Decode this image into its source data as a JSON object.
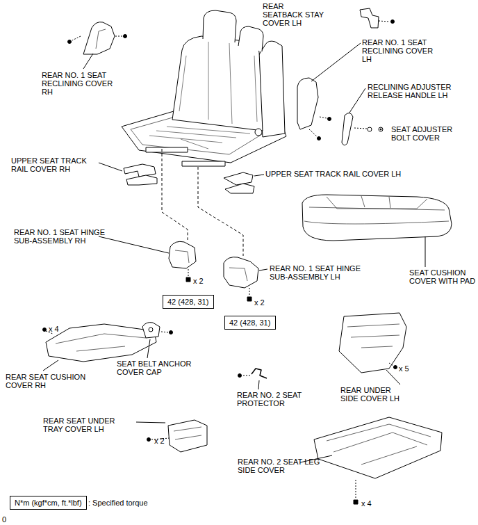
{
  "diagram": {
    "nodes": [
      {
        "text": [
          "42 (428, 31)"
        ]
      },
      {
        "text": [
          "42 (428, 31)"
        ]
      },
      {
        "text": [
          "N*m (kgf*cm, ft.*lbf)",
          ": Specified torque"
        ]
      }
    ],
    "labels": [
      "REAR SEATBACK STAY COVER LH",
      "REAR NO. 1 SEAT RECLINING COVER LH",
      "REAR NO. 1 SEAT RECLINING COVER RH",
      "RECLINING ADJUSTER RELEASE HANDLE LH",
      "SEAT ADJUSTER BOLT COVER",
      "UPPER SEAT TRACK RAIL COVER RH",
      "UPPER SEAT TRACK RAIL COVER LH",
      "REAR NO. 1 SEAT HINGE SUB-ASSEMBLY RH",
      "x 2",
      "REAR NO. 1 SEAT HINGE SUB-ASSEMBLY LH",
      "SEAT CUSHION COVER WITH PAD",
      "x 2",
      "x 4",
      "REAR SEAT CUSHION COVER RH",
      "SEAT BELT ANCHOR COVER CAP",
      "x 5",
      "REAR UNDER SIDE COVER LH",
      "REAR NO. 2 SEAT PROTECTOR",
      "REAR SEAT UNDER TRAY COVER LH",
      "x 2",
      "REAR NO. 2 SEAT LEG SIDE COVER",
      "x 4",
      "0"
    ]
  }
}
